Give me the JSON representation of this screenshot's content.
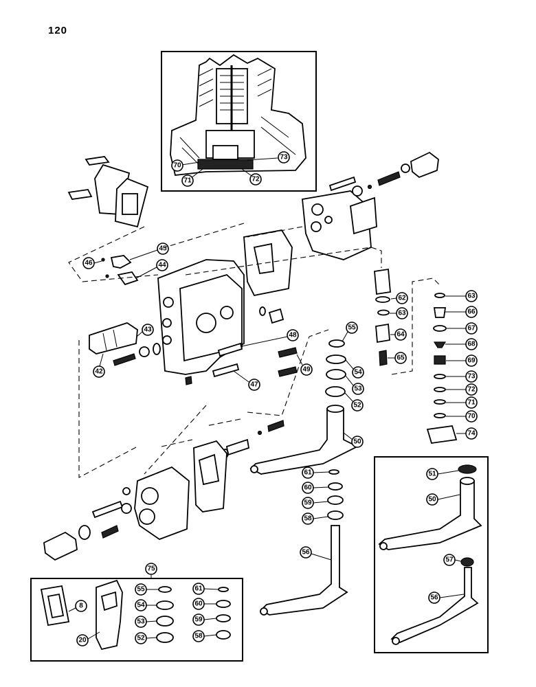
{
  "page_number": "120",
  "callouts": {
    "c70": "70",
    "c71": "71",
    "c72": "72",
    "c73": "73",
    "c45": "45",
    "c46": "46",
    "c44": "44",
    "c43": "43",
    "c42": "42",
    "c48": "48",
    "c49": "49",
    "c47": "47",
    "c55": "55",
    "c54": "54",
    "c53": "53",
    "c52": "52",
    "c50": "50",
    "c62": "62",
    "c63a": "63",
    "c64": "64",
    "c65": "65",
    "c63b": "63",
    "c66": "66",
    "c67": "67",
    "c68": "68",
    "c69": "69",
    "c73b": "73",
    "c72b": "72",
    "c71b": "71",
    "c70b": "70",
    "c74": "74",
    "c61": "61",
    "c60": "60",
    "c59": "59",
    "c58": "58",
    "c56": "56",
    "c51": "51",
    "c50b": "50",
    "c57": "57",
    "c56b": "56",
    "c75": "75",
    "k8": "8",
    "k20": "20",
    "k55": "55",
    "k54": "54",
    "k53": "53",
    "k52": "52",
    "k61": "61",
    "k60": "60",
    "k59": "59",
    "k58": "58"
  }
}
